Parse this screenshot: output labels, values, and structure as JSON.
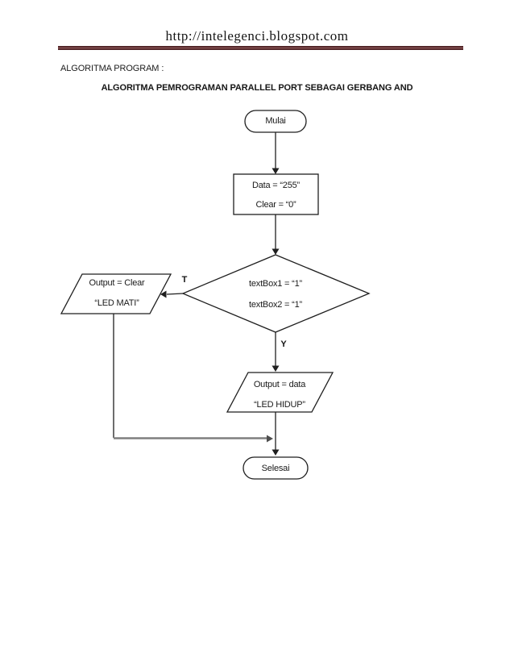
{
  "header": {
    "url": "http://intelegenci.blogspot.com"
  },
  "document": {
    "intro_label": "ALGORITMA PROGRAM :",
    "title": "ALGORITMA PEMROGRAMAN PARALLEL PORT SEBAGAI GERBANG AND"
  },
  "flowchart": {
    "start": {
      "label": "Mulai"
    },
    "init_process": {
      "line1": "Data = “255”",
      "line2": "Clear = “0”"
    },
    "decision": {
      "line1": "textBox1 = “1”",
      "line2": "textBox2 = “1”"
    },
    "branch_false_label": "T",
    "branch_true_label": "Y",
    "output_false": {
      "line1": "Output = Clear",
      "line2": "“LED MATI”"
    },
    "output_true": {
      "line1": "Output = data",
      "line2": "“LED HIDUP”"
    },
    "end": {
      "label": "Selesai"
    }
  },
  "colors": {
    "divider_dark": "#532629",
    "divider_mid": "#96625f",
    "flow_line": "#1f1f1f",
    "connector_gray": "#7f7f7f"
  }
}
